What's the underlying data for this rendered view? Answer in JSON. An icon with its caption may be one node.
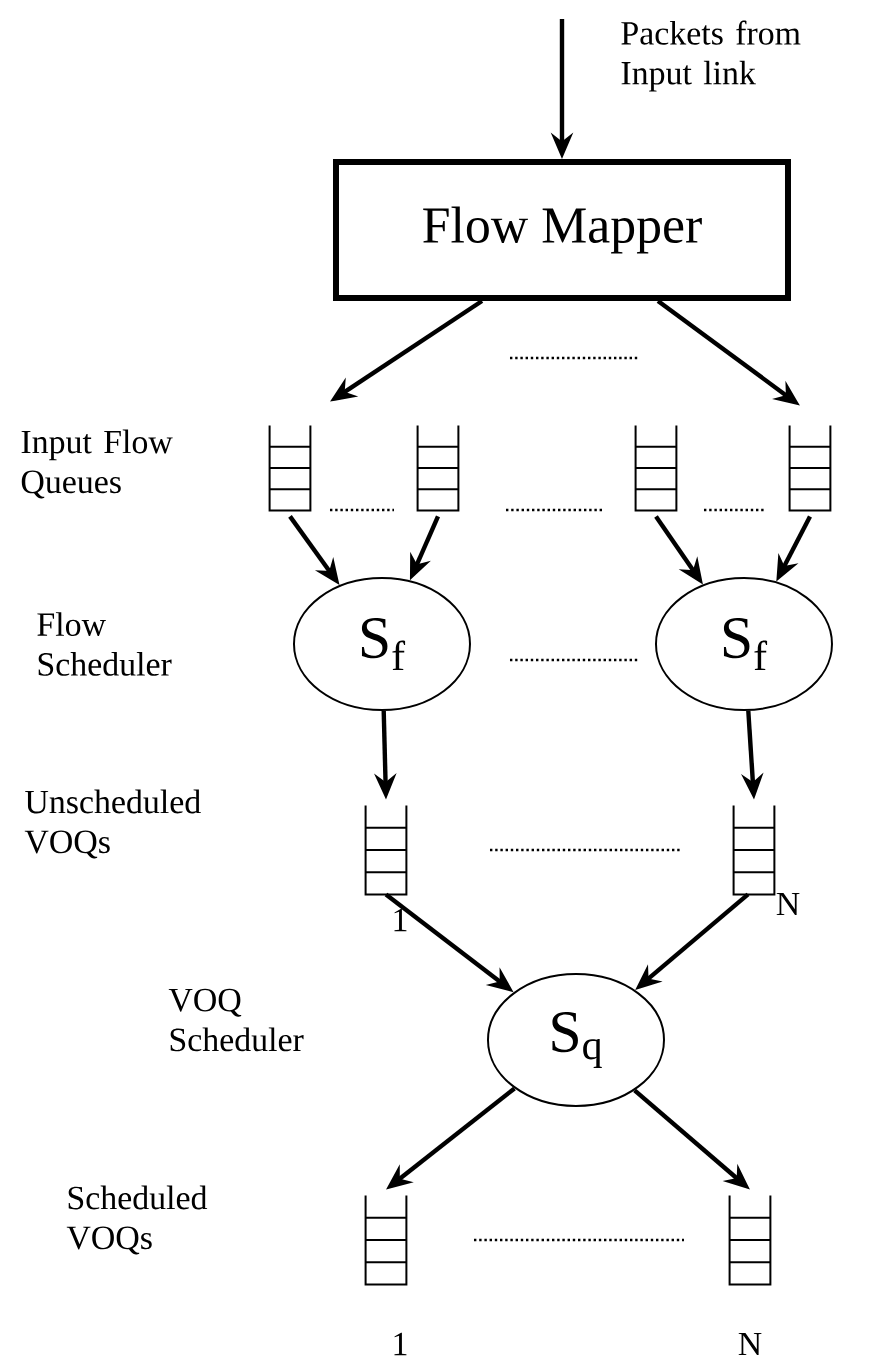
{
  "diagram": {
    "nodes": [
      {
        "text": [
          "Flow Mapper"
        ]
      },
      {
        "text": [],
        "shape": "queue"
      },
      {
        "text": [],
        "shape": "queue"
      },
      {
        "text": [],
        "shape": "queue"
      },
      {
        "text": [],
        "shape": "queue"
      },
      {
        "text": [
          "S$_{f}$"
        ]
      },
      {
        "text": [
          "S$_{f}$"
        ]
      },
      {
        "text": [],
        "shape": "queue",
        "beside": [
          "1"
        ]
      },
      {
        "text": [],
        "shape": "queue",
        "beside": [
          "N"
        ]
      },
      {
        "text": [
          "S$_{q}$"
        ]
      },
      {
        "text": [],
        "shape": "queue",
        "beside": [
          "1"
        ]
      },
      {
        "text": [],
        "shape": "queue",
        "beside": [
          "N"
        ]
      }
    ],
    "edges": [
      {
        "from": null,
        "to": 0,
        "arrow": "to"
      },
      {
        "from": 0,
        "to": 1,
        "arrow": "to"
      },
      {
        "from": 0,
        "to": 4,
        "arrow": "to"
      },
      {
        "from": 1,
        "to": 5,
        "arrow": "to"
      },
      {
        "from": 2,
        "to": 5,
        "arrow": "to"
      },
      {
        "from": 3,
        "to": 6,
        "arrow": "to"
      },
      {
        "from": 4,
        "to": 6,
        "arrow": "to"
      },
      {
        "from": 5,
        "to": 7,
        "arrow": "to"
      },
      {
        "from": 6,
        "to": 8,
        "arrow": "to"
      },
      {
        "from": 7,
        "to": 9,
        "arrow": "to"
      },
      {
        "from": 8,
        "to": 9,
        "arrow": "to"
      },
      {
        "from": 9,
        "to": 10,
        "arrow": "to"
      },
      {
        "from": 9,
        "to": 11,
        "arrow": "to"
      }
    ],
    "labels": [
      "Packets from Input link",
      "Input Flow Queues",
      "Flow Scheduler",
      "Unscheduled VOQs",
      "VOQ Scheduler",
      "Scheduled VOQs"
    ]
  }
}
